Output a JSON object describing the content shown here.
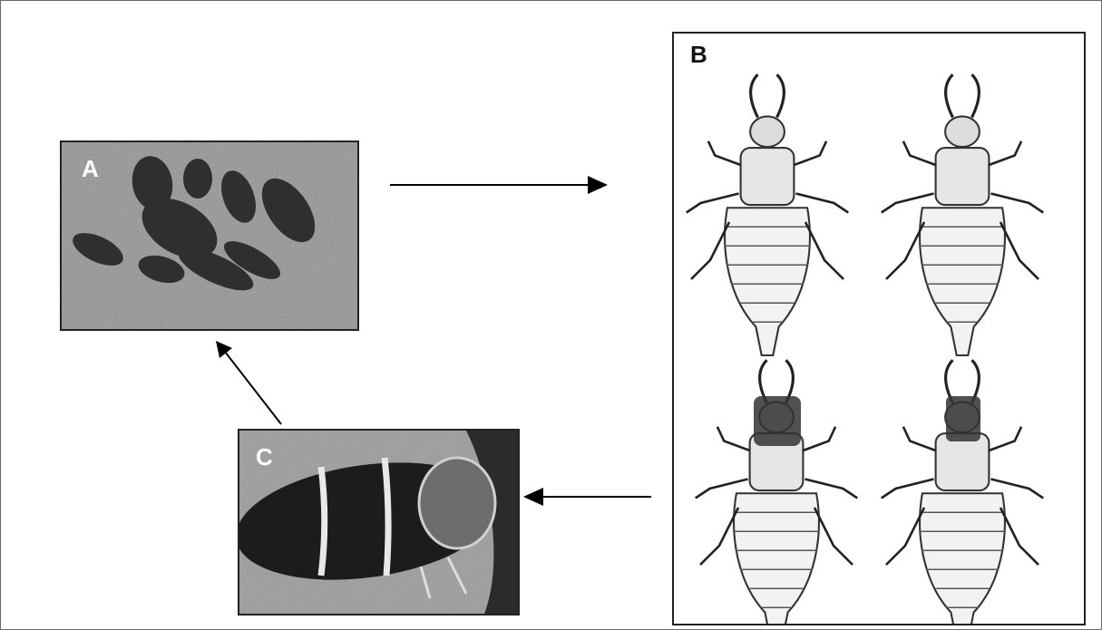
{
  "panels": {
    "a": {
      "label": "A"
    },
    "b": {
      "label": "B"
    },
    "c": {
      "label": "C"
    }
  }
}
